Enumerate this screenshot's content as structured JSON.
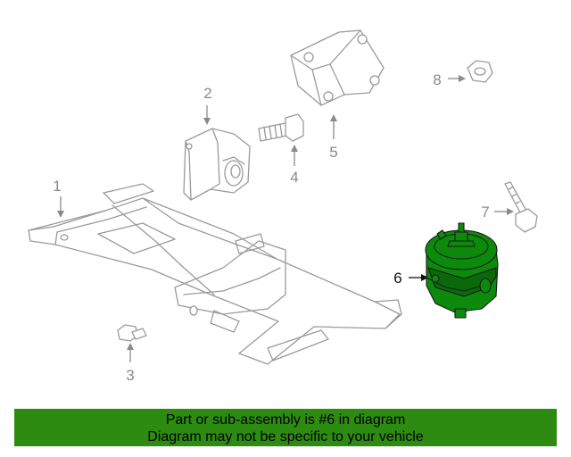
{
  "callouts": [
    "1",
    "2",
    "3",
    "4",
    "5",
    "6",
    "7",
    "8"
  ],
  "highlighted_part": "6",
  "highlight_color": "#2e8b12",
  "banner": {
    "line1": "Part or sub-assembly is #6 in diagram",
    "line2": "Diagram may not be specific to your vehicle"
  }
}
